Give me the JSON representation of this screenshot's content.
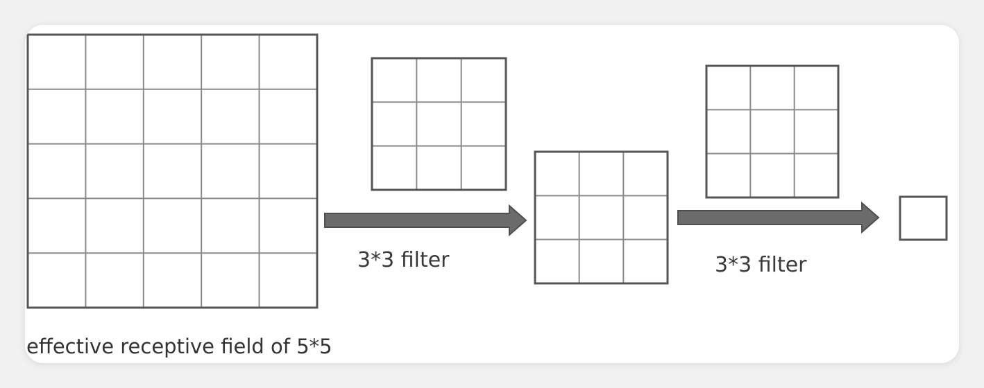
{
  "labels": {
    "filter_1": "3*3 filter",
    "filter_2": "3*3 filter",
    "caption": "effective receptive field of 5*5"
  },
  "grids": [
    {
      "name": "input-grid-5x5",
      "rows": 5,
      "cols": 5
    },
    {
      "name": "filter-grid-1-3x3",
      "rows": 3,
      "cols": 3
    },
    {
      "name": "intermediate-grid-3x3",
      "rows": 3,
      "cols": 3
    },
    {
      "name": "filter-grid-2-3x3",
      "rows": 3,
      "cols": 3
    },
    {
      "name": "output-cell-1x1",
      "rows": 1,
      "cols": 1
    }
  ],
  "colors": {
    "grid_border": "#555555",
    "grid_line": "#8a8a8a",
    "arrow": "#6b6b6b",
    "arrow_outline": "#4f4f4f",
    "text": "#3a3a3a"
  }
}
